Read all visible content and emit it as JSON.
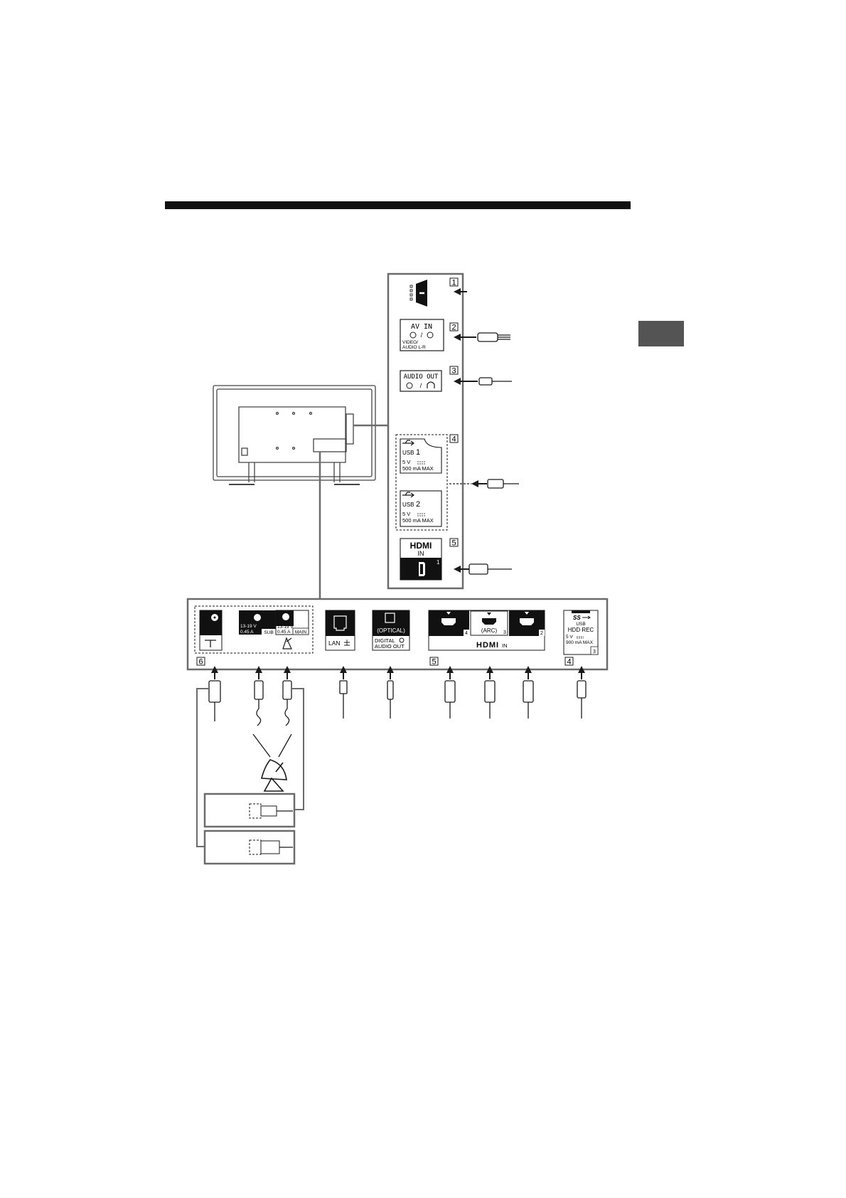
{
  "colors": {
    "ink": "#1a1a1a",
    "line": "#6b6b6b",
    "dark": "#111111",
    "tab": "#545454"
  },
  "side_panel": {
    "markers": [
      "1",
      "2",
      "3",
      "4",
      "5"
    ],
    "av_in": {
      "title": "AV IN",
      "sub": "VIDEO/",
      "sub2": "AUDIO L-R",
      "sep": "/"
    },
    "audio_out": {
      "title": "AUDIO OUT",
      "sep": "/"
    },
    "usb1": {
      "label": "USB",
      "num": "1",
      "volt": "5 V",
      "amp": "500 mA MAX"
    },
    "usb2": {
      "label": "USB",
      "num": "2",
      "volt": "5 V",
      "amp": "500 mA MAX"
    },
    "hdmi": {
      "logo": "HDMI",
      "in": "IN",
      "num": "1"
    }
  },
  "bottom_panel": {
    "markers": {
      "antenna": "6",
      "hdmi": "5",
      "usb": "4"
    },
    "sat_sub": {
      "volt": "13-19 V",
      "amp": "0.45 A",
      "tag": "SUB"
    },
    "sat_main": {
      "volt": "13-19 V",
      "amp": "0.45 A",
      "tag": "MAIN"
    },
    "lan": {
      "label": "LAN"
    },
    "optical": {
      "top": "(OPTICAL)",
      "line1": "DIGITAL",
      "line2": "AUDIO OUT"
    },
    "hdmi": {
      "arc": "(ARC)",
      "nums": [
        "4",
        "3",
        "2"
      ],
      "logo": "HDMI",
      "in": "IN"
    },
    "usb3": {
      "logo": "SS",
      "label": "USB",
      "title": "HDD REC",
      "volt": "5 V",
      "amp": "900 mA MAX",
      "num": "3"
    }
  }
}
